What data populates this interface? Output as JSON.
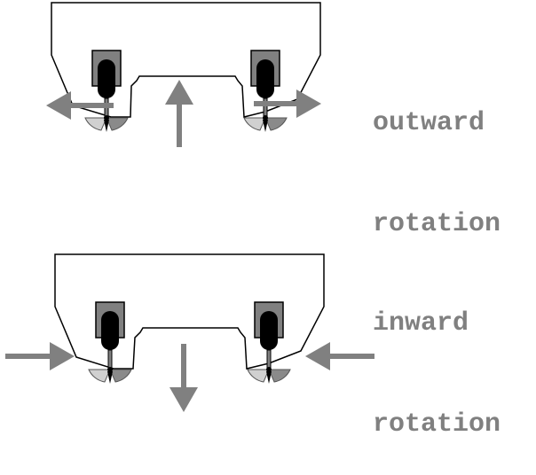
{
  "panels": [
    {
      "id": "outward",
      "line1": "outward",
      "line2": "rotation"
    },
    {
      "id": "inward",
      "line1": "inward",
      "line2": "rotation"
    }
  ],
  "colors": {
    "hull": "#000000",
    "arrow": "#808080",
    "thruster_housing": "#808080",
    "thruster_body": "#000000",
    "propeller_light": "#d0d0d0",
    "propeller_dark": "#8a8a8a",
    "label": "#808080"
  }
}
